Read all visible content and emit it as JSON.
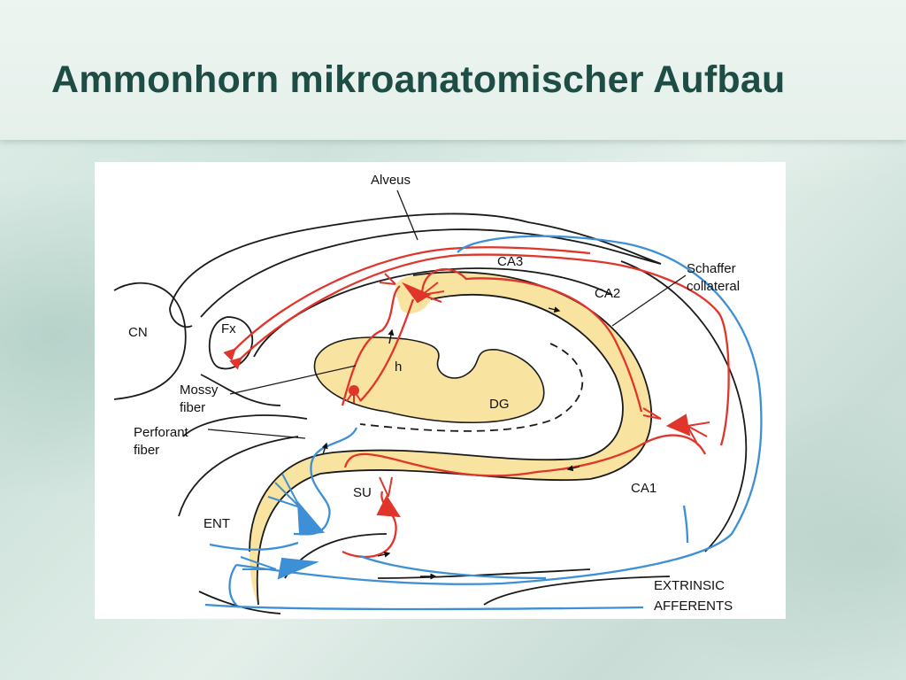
{
  "slide": {
    "title": "Ammonhorn mikroanatomischer Aufbau"
  },
  "diagram": {
    "labels": {
      "alveus": "Alveus",
      "cn": "CN",
      "fx": "Fx",
      "ca3": "CA3",
      "ca2": "CA2",
      "ca1": "CA1",
      "dg": "DG",
      "h": "h",
      "su": "SU",
      "ent": "ENT",
      "schaffer_line1": "Schaffer",
      "schaffer_line2": "collateral",
      "mossy_line1": "Mossy",
      "mossy_line2": "fiber",
      "perforant_line1": "Perforant",
      "perforant_line2": "fiber",
      "extrinsic_line1": "EXTRINSIC",
      "extrinsic_line2": "AFFERENTS"
    },
    "colors": {
      "red_pathway": "#e0352b",
      "blue_pathway": "#3d8fd6",
      "cell_layer": "#f9e3a0",
      "outline": "#1a1a1a"
    }
  }
}
